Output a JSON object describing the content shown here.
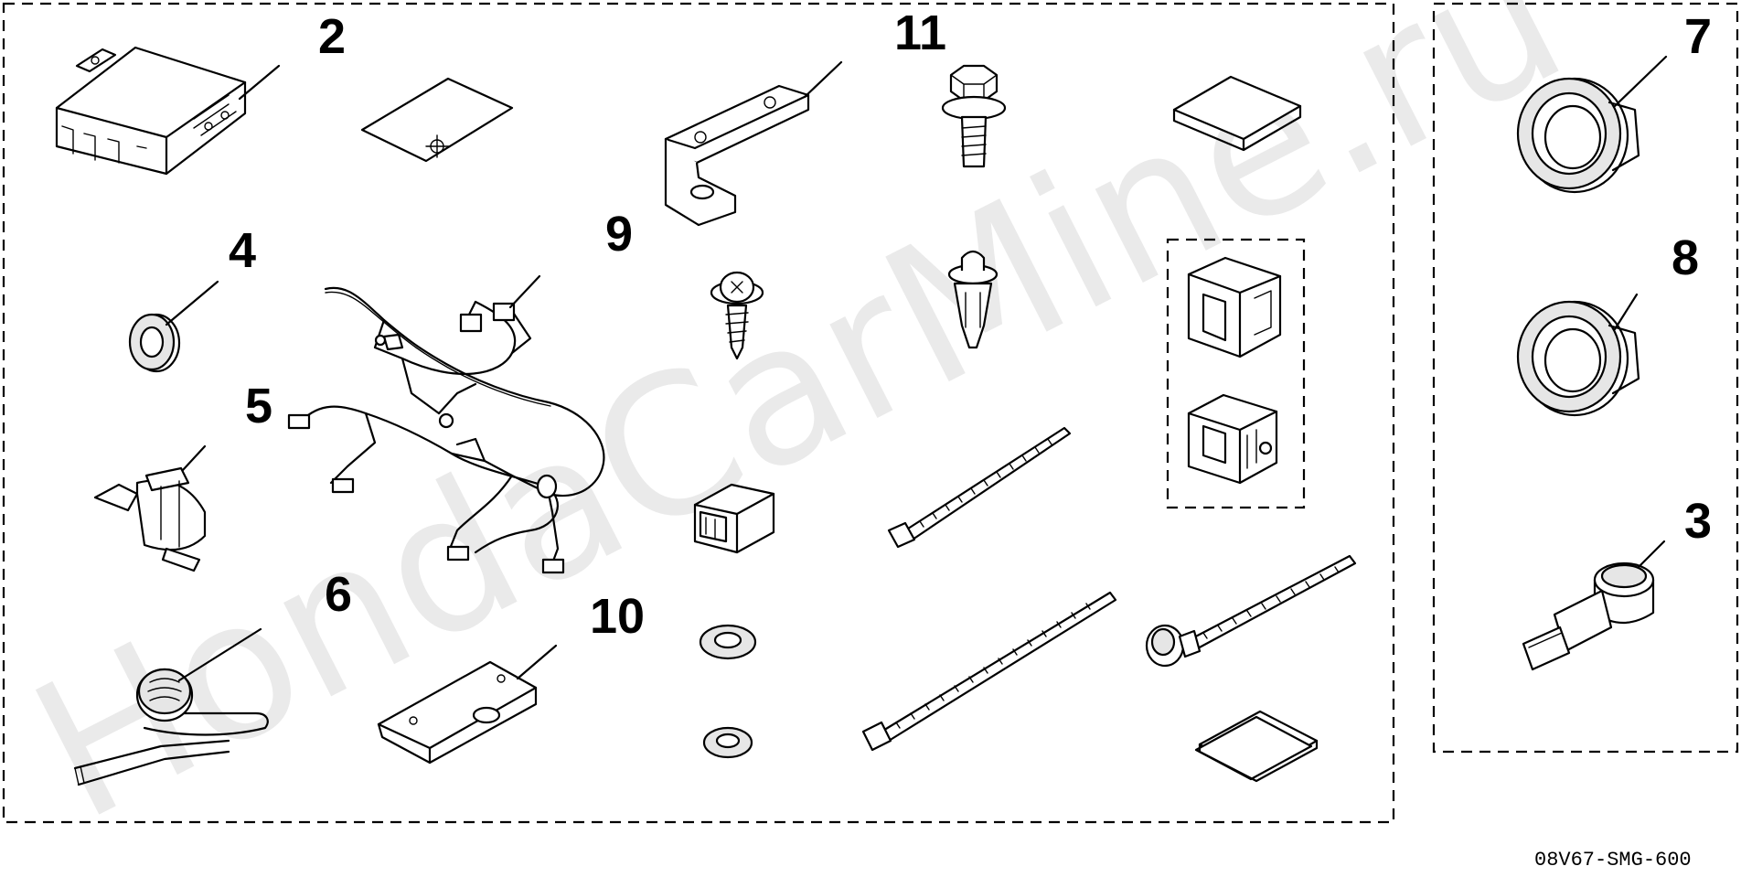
{
  "diagram": {
    "part_numbers": {
      "n2": "2",
      "n3": "3",
      "n4": "4",
      "n5": "5",
      "n6": "6",
      "n7": "7",
      "n8": "8",
      "n9": "9",
      "n10": "10",
      "n11": "11"
    },
    "drawing_code": "08V67-SMG-600",
    "watermark": "HondaCarMine.ru"
  }
}
